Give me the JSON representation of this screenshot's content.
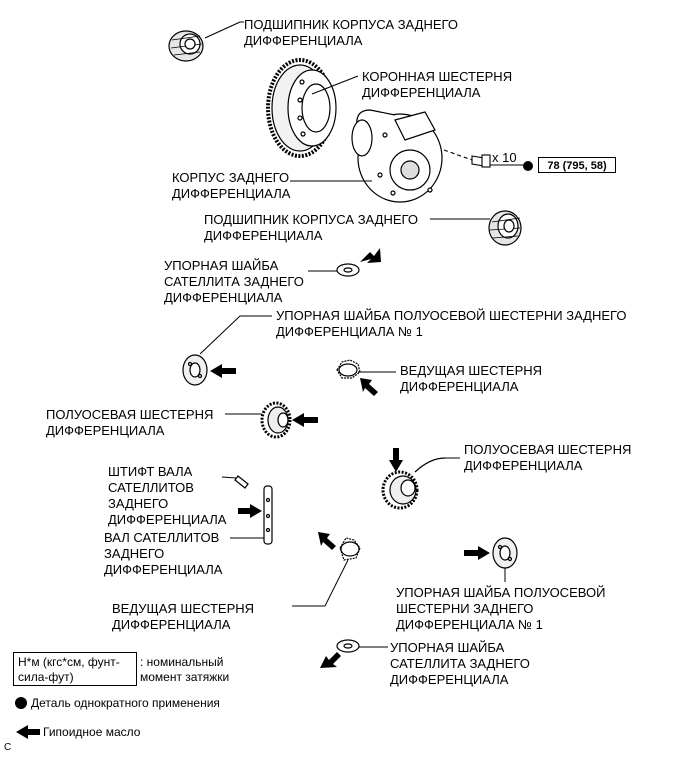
{
  "labels": {
    "bearing_top": [
      "ПОДШИПНИК КОРПУСА ЗАДНЕГО",
      "ДИФФЕРЕНЦИАЛА"
    ],
    "ring_gear": [
      "КОРОННАЯ ШЕСТЕРНЯ",
      "ДИФФЕРЕНЦИАЛА"
    ],
    "case": [
      "КОРПУС ЗАДНЕГО",
      "ДИФФЕРЕНЦИАЛА"
    ],
    "bearing_2": [
      "ПОДШИПНИК КОРПУСА ЗАДНЕГО",
      "ДИФФЕРЕНЦИАЛА"
    ],
    "pinion_washer_1": [
      "УПОРНАЯ ШАЙБА",
      "САТЕЛЛИТА ЗАДНЕГО",
      "ДИФФЕРЕНЦИАЛА"
    ],
    "side_washer_1": [
      "УПОРНАЯ ШАЙБА ПОЛУОСЕВОЙ ШЕСТЕРНИ ЗАДНЕГО",
      "ДИФФЕРЕНЦИАЛА № 1"
    ],
    "pinion_1": [
      "ВЕДУЩАЯ ШЕСТЕРНЯ",
      "ДИФФЕРЕНЦИАЛА"
    ],
    "side_gear_1": [
      "ПОЛУОСЕВАЯ ШЕСТЕРНЯ",
      "ДИФФЕРЕНЦИАЛА"
    ],
    "side_gear_2": [
      "ПОЛУОСЕВАЯ ШЕСТЕРНЯ",
      "ДИФФЕРЕНЦИАЛА"
    ],
    "pin": [
      "ШТИФТ ВАЛА",
      "САТЕЛЛИТОВ",
      "ЗАДНЕГО",
      "ДИФФЕРЕНЦИАЛА"
    ],
    "shaft": [
      "ВАЛ САТЕЛЛИТОВ",
      "ЗАДНЕГО",
      "ДИФФЕРЕНЦИАЛА"
    ],
    "pinion_2": [
      "ВЕДУЩАЯ ШЕСТЕРНЯ",
      "ДИФФЕРЕНЦИАЛА"
    ],
    "side_washer_2": [
      "УПОРНАЯ ШАЙБА ПОЛУОСЕВОЙ",
      "ШЕСТЕРНИ ЗАДНЕГО",
      "ДИФФЕРЕНЦИАЛА № 1"
    ],
    "pinion_washer_2": [
      "УПОРНАЯ ШАЙБА",
      "САТЕЛЛИТА ЗАДНЕГО",
      "ДИФФЕРЕНЦИАЛА"
    ]
  },
  "bolt_count": "x 10",
  "torque_spec": "78 (795, 58)",
  "legend": {
    "unit_box": [
      "Н*м (кгс*см, фунт-",
      "сила-фут)"
    ],
    "unit_desc": [
      ": номинальный",
      "момент затяжки"
    ],
    "non_reusable": "Деталь однократного применения",
    "oil": "Гипоидное масло"
  },
  "corner_mark": "C"
}
